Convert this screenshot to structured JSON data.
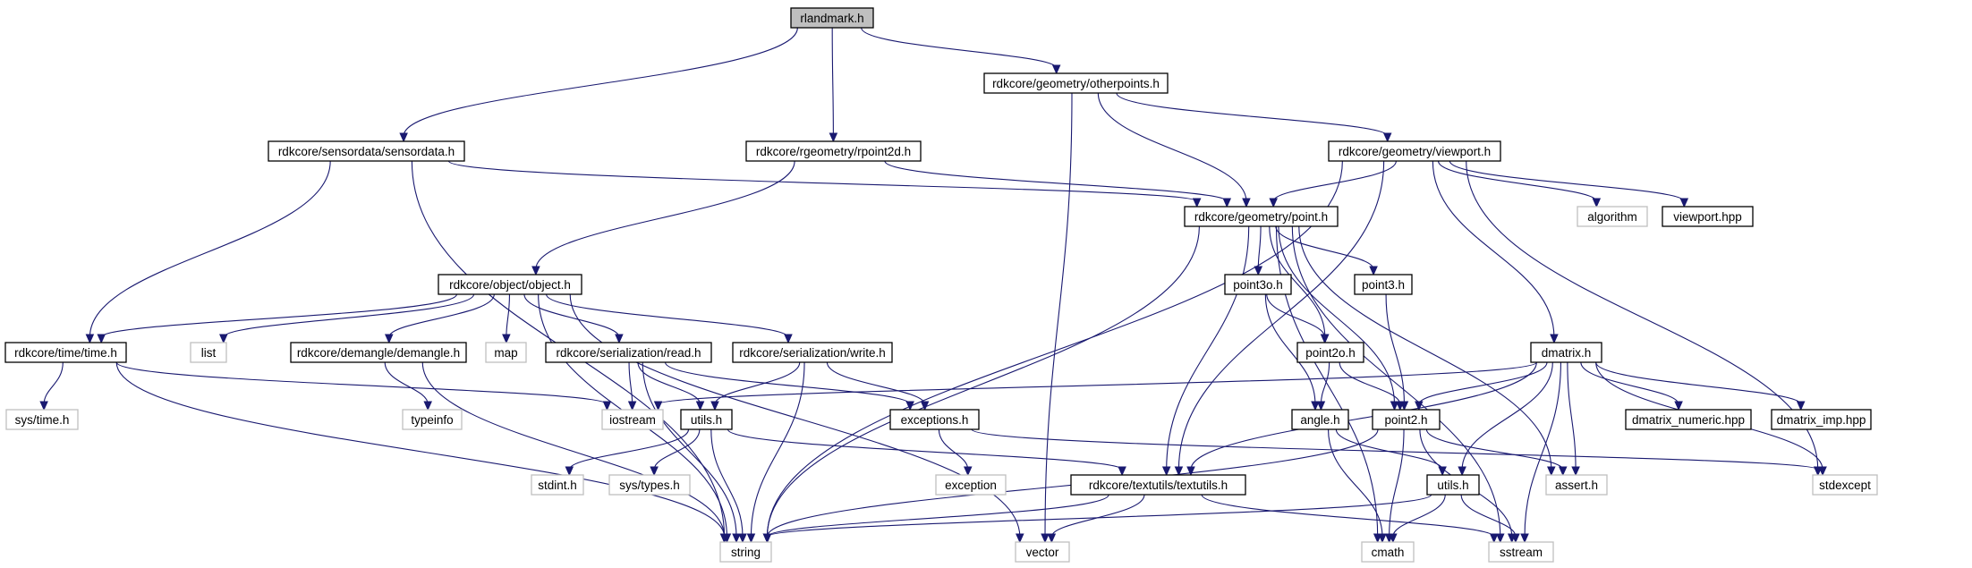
{
  "colors": {
    "edge": "#191970",
    "root_fill": "#bfbfbf",
    "node_border": "#000000",
    "external_border": "#bfbfbf",
    "background": "#ffffff"
  },
  "nodes": [
    {
      "id": "rlandmark",
      "label": "rlandmark.h",
      "kind": "root"
    },
    {
      "id": "sensordata",
      "label": "rdkcore/sensordata/sensordata.h",
      "kind": "file"
    },
    {
      "id": "rpoint2d",
      "label": "rdkcore/rgeometry/rpoint2d.h",
      "kind": "file"
    },
    {
      "id": "otherpoints",
      "label": "rdkcore/geometry/otherpoints.h",
      "kind": "file"
    },
    {
      "id": "viewport_h",
      "label": "rdkcore/geometry/viewport.h",
      "kind": "file"
    },
    {
      "id": "point_h",
      "label": "rdkcore/geometry/point.h",
      "kind": "file"
    },
    {
      "id": "algorithm",
      "label": "algorithm",
      "kind": "external"
    },
    {
      "id": "viewport_hpp",
      "label": "viewport.hpp",
      "kind": "file"
    },
    {
      "id": "object_h",
      "label": "rdkcore/object/object.h",
      "kind": "file"
    },
    {
      "id": "point3o",
      "label": "point3o.h",
      "kind": "file"
    },
    {
      "id": "point3",
      "label": "point3.h",
      "kind": "file"
    },
    {
      "id": "time_h",
      "label": "rdkcore/time/time.h",
      "kind": "file"
    },
    {
      "id": "list",
      "label": "list",
      "kind": "external"
    },
    {
      "id": "demangle",
      "label": "rdkcore/demangle/demangle.h",
      "kind": "file"
    },
    {
      "id": "map",
      "label": "map",
      "kind": "external"
    },
    {
      "id": "read_h",
      "label": "rdkcore/serialization/read.h",
      "kind": "file"
    },
    {
      "id": "write_h",
      "label": "rdkcore/serialization/write.h",
      "kind": "file"
    },
    {
      "id": "point2o",
      "label": "point2o.h",
      "kind": "file"
    },
    {
      "id": "dmatrix",
      "label": "dmatrix.h",
      "kind": "file"
    },
    {
      "id": "systime",
      "label": "sys/time.h",
      "kind": "external"
    },
    {
      "id": "typeinfo",
      "label": "typeinfo",
      "kind": "external"
    },
    {
      "id": "iostream",
      "label": "iostream",
      "kind": "external"
    },
    {
      "id": "utils1",
      "label": "utils.h",
      "kind": "file"
    },
    {
      "id": "exceptions",
      "label": "exceptions.h",
      "kind": "file"
    },
    {
      "id": "angle",
      "label": "angle.h",
      "kind": "file"
    },
    {
      "id": "point2",
      "label": "point2.h",
      "kind": "file"
    },
    {
      "id": "dmatrix_numeric",
      "label": "dmatrix_numeric.hpp",
      "kind": "file"
    },
    {
      "id": "dmatrix_imp",
      "label": "dmatrix_imp.hpp",
      "kind": "file"
    },
    {
      "id": "stdint",
      "label": "stdint.h",
      "kind": "external"
    },
    {
      "id": "systypes",
      "label": "sys/types.h",
      "kind": "external"
    },
    {
      "id": "exception",
      "label": "exception",
      "kind": "external"
    },
    {
      "id": "textutils",
      "label": "rdkcore/textutils/textutils.h",
      "kind": "file"
    },
    {
      "id": "utils2",
      "label": "utils.h",
      "kind": "file"
    },
    {
      "id": "assert",
      "label": "assert.h",
      "kind": "external"
    },
    {
      "id": "stdexcept",
      "label": "stdexcept",
      "kind": "external"
    },
    {
      "id": "string",
      "label": "string",
      "kind": "external"
    },
    {
      "id": "vector",
      "label": "vector",
      "kind": "external"
    },
    {
      "id": "cmath",
      "label": "cmath",
      "kind": "external"
    },
    {
      "id": "sstream",
      "label": "sstream",
      "kind": "external"
    }
  ],
  "edges": [
    [
      "rlandmark",
      "sensordata"
    ],
    [
      "rlandmark",
      "rpoint2d"
    ],
    [
      "rlandmark",
      "otherpoints"
    ],
    [
      "sensordata",
      "time_h"
    ],
    [
      "sensordata",
      "string"
    ],
    [
      "sensordata",
      "point_h"
    ],
    [
      "rpoint2d",
      "object_h"
    ],
    [
      "rpoint2d",
      "point_h"
    ],
    [
      "otherpoints",
      "vector"
    ],
    [
      "otherpoints",
      "point_h"
    ],
    [
      "otherpoints",
      "viewport_h"
    ],
    [
      "viewport_h",
      "point_h"
    ],
    [
      "viewport_h",
      "algorithm"
    ],
    [
      "viewport_h",
      "viewport_hpp"
    ],
    [
      "viewport_h",
      "dmatrix"
    ],
    [
      "viewport_h",
      "stdexcept"
    ],
    [
      "viewport_h",
      "string"
    ],
    [
      "viewport_h",
      "textutils"
    ],
    [
      "point_h",
      "point3o"
    ],
    [
      "point_h",
      "point3"
    ],
    [
      "point_h",
      "point2o"
    ],
    [
      "point_h",
      "point2"
    ],
    [
      "point_h",
      "assert"
    ],
    [
      "point_h",
      "cmath"
    ],
    [
      "point_h",
      "sstream"
    ],
    [
      "point_h",
      "textutils"
    ],
    [
      "point_h",
      "string"
    ],
    [
      "object_h",
      "time_h"
    ],
    [
      "object_h",
      "list"
    ],
    [
      "object_h",
      "demangle"
    ],
    [
      "object_h",
      "map"
    ],
    [
      "object_h",
      "read_h"
    ],
    [
      "object_h",
      "write_h"
    ],
    [
      "object_h",
      "string"
    ],
    [
      "object_h",
      "vector"
    ],
    [
      "time_h",
      "systime"
    ],
    [
      "time_h",
      "iostream"
    ],
    [
      "time_h",
      "string"
    ],
    [
      "demangle",
      "typeinfo"
    ],
    [
      "demangle",
      "string"
    ],
    [
      "read_h",
      "iostream"
    ],
    [
      "read_h",
      "utils1"
    ],
    [
      "read_h",
      "exceptions"
    ],
    [
      "read_h",
      "string"
    ],
    [
      "write_h",
      "utils1"
    ],
    [
      "write_h",
      "exceptions"
    ],
    [
      "write_h",
      "string"
    ],
    [
      "point3o",
      "point2o"
    ],
    [
      "point3o",
      "angle"
    ],
    [
      "point3",
      "point2"
    ],
    [
      "point2o",
      "angle"
    ],
    [
      "point2o",
      "point2"
    ],
    [
      "dmatrix",
      "iostream"
    ],
    [
      "dmatrix",
      "textutils"
    ],
    [
      "dmatrix",
      "point2"
    ],
    [
      "dmatrix",
      "utils2"
    ],
    [
      "dmatrix",
      "assert"
    ],
    [
      "dmatrix",
      "dmatrix_numeric"
    ],
    [
      "dmatrix",
      "dmatrix_imp"
    ],
    [
      "dmatrix",
      "stdexcept"
    ],
    [
      "dmatrix",
      "sstream"
    ],
    [
      "utils1",
      "stdint"
    ],
    [
      "utils1",
      "systypes"
    ],
    [
      "utils1",
      "string"
    ],
    [
      "utils1",
      "textutils"
    ],
    [
      "exceptions",
      "exception"
    ],
    [
      "exceptions",
      "stdexcept"
    ],
    [
      "angle",
      "cmath"
    ],
    [
      "angle",
      "utils2"
    ],
    [
      "point2",
      "string"
    ],
    [
      "point2",
      "cmath"
    ],
    [
      "point2",
      "sstream"
    ],
    [
      "point2",
      "assert"
    ],
    [
      "textutils",
      "string"
    ],
    [
      "textutils",
      "vector"
    ],
    [
      "textutils",
      "sstream"
    ],
    [
      "utils2",
      "string"
    ],
    [
      "utils2",
      "cmath"
    ],
    [
      "utils2",
      "sstream"
    ]
  ]
}
